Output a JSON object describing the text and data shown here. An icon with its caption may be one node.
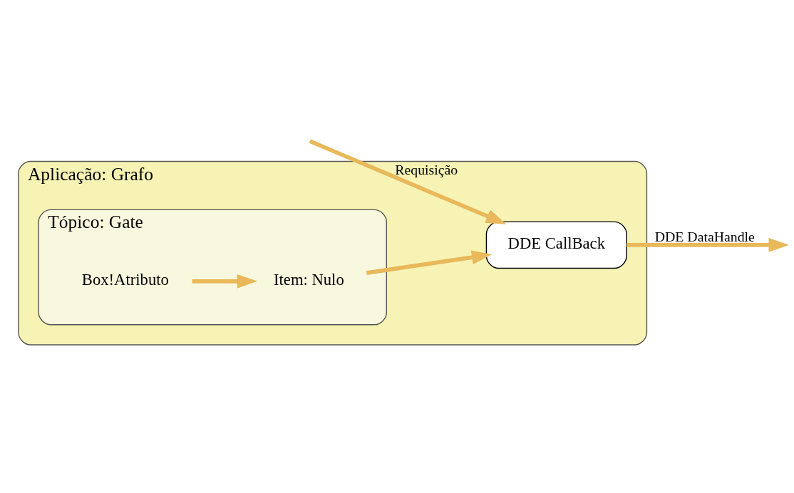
{
  "diagram": {
    "nodes": [
      {
        "text": [
          "Aplicação: Grafo"
        ]
      },
      {
        "text": [
          "Tópico: Gate"
        ],
        "in": 0
      },
      {
        "text": [
          "Item: Nulo"
        ],
        "in": 1
      },
      {
        "text": [
          "Box!Atributo"
        ],
        "in": 1
      },
      {
        "text": [
          "DDE CallBack"
        ],
        "in": 0
      }
    ],
    "edges": [
      {
        "from": 3,
        "to": 2,
        "arrow": "to"
      },
      {
        "from": 2,
        "to": 4,
        "arrow": "to"
      },
      {
        "from": null,
        "to": 4,
        "arrow": "to",
        "label": "Requisição"
      },
      {
        "from": 4,
        "to": null,
        "arrow": "to",
        "label": "DDE DataHandle"
      }
    ]
  }
}
